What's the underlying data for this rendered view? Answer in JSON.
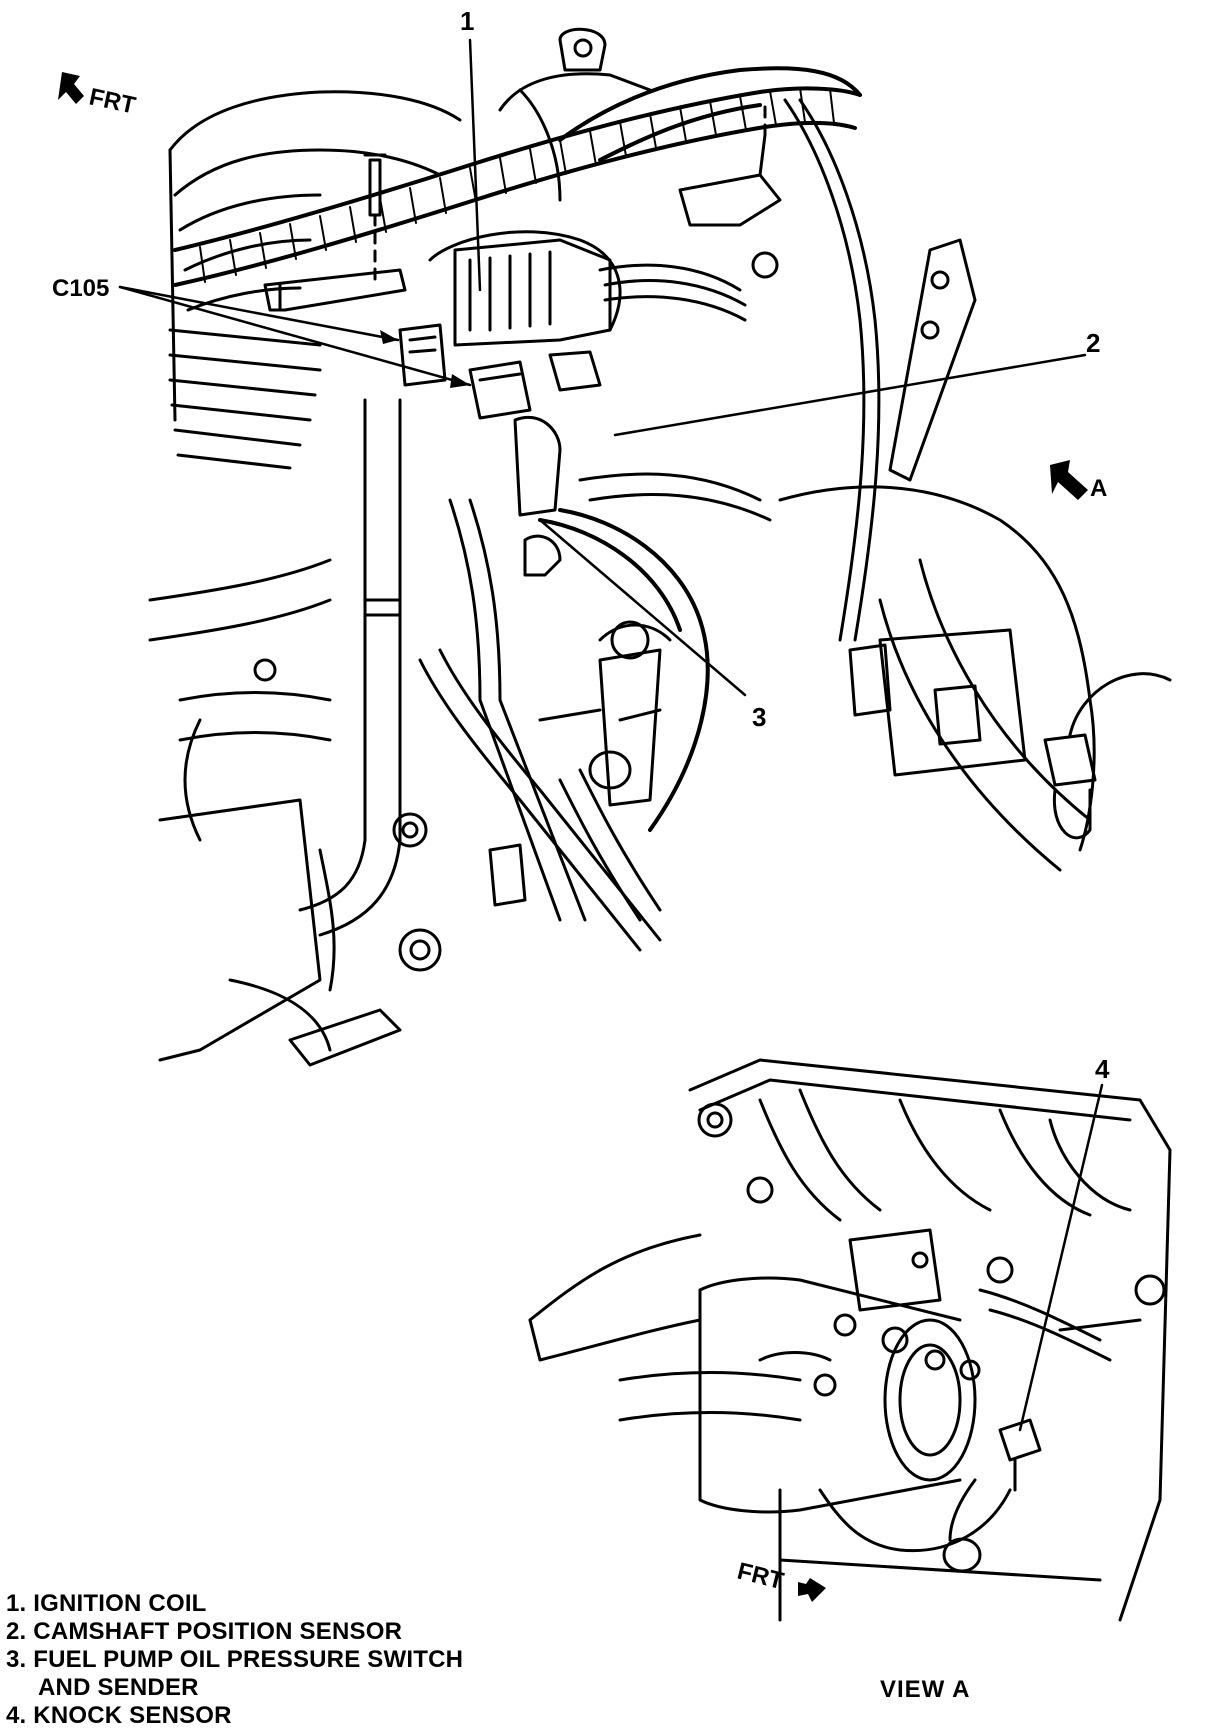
{
  "callouts": {
    "c1": "1",
    "c2": "2",
    "c3": "3",
    "c4": "4",
    "connector": "C105",
    "front_top": "FRT",
    "view_ref": "A",
    "front_bottom": "FRT"
  },
  "legend": {
    "item1": "1. IGNITION COIL",
    "item2": "2. CAMSHAFT POSITION SENSOR",
    "item3a": "3. FUEL PUMP OIL PRESSURE SWITCH",
    "item3b": "AND SENDER",
    "item4": "4. KNOCK SENSOR"
  },
  "view_caption": "VIEW  A"
}
